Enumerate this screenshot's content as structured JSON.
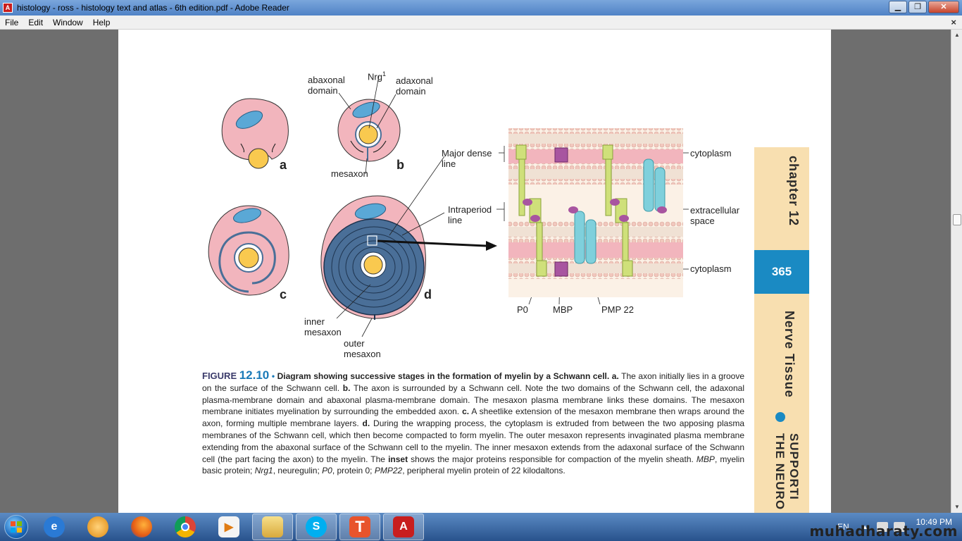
{
  "window": {
    "title": "histology - ross - histology text and atlas - 6th edition.pdf - Adobe Reader",
    "icon": "adobe-reader-icon",
    "minimize": "▁",
    "restore": "❐",
    "close": "✕"
  },
  "menu": {
    "items": [
      "File",
      "Edit",
      "Window",
      "Help"
    ],
    "close": "×"
  },
  "figure": {
    "labels": {
      "abaxonal": "abaxonal",
      "abaxonal2": "domain",
      "nrg": "Nrg",
      "nrg_sup": "1",
      "adaxonal": "adaxonal",
      "adaxonal2": "domain",
      "mesaxon": "mesaxon",
      "major_dense": "Major dense",
      "major_dense2": "line",
      "intraperiod": "Intraperiod",
      "intraperiod2": "line",
      "inner_mesaxon": "inner",
      "inner_mesaxon2": "mesaxon",
      "outer_mesaxon": "outer",
      "outer_mesaxon2": "mesaxon",
      "cytoplasm_top": "cytoplasm",
      "extracellular": "extracellular",
      "extracellular2": "space",
      "cytoplasm_bottom": "cytoplasm",
      "p0": "P0",
      "mbp": "MBP",
      "pmp22": "PMP 22"
    },
    "letters": {
      "a": "a",
      "b": "b",
      "c": "c",
      "d": "d"
    }
  },
  "caption": {
    "fig_label": "FIGURE",
    "fig_num": "12.10",
    "bullet": "•",
    "title": "Diagram showing successive stages in the formation of myelin by a Schwann cell.",
    "a_label": "a.",
    "a_text": "The axon initially lies in a groove on the surface of the Schwann cell.",
    "b_label": "b.",
    "b_text": "The axon is surrounded by a Schwann cell. Note the two domains of the Schwann cell, the adaxonal plasma-membrane domain and abaxonal plasma-membrane domain. The mesaxon plasma membrane links these domains. The mesaxon membrane initiates myelination by surrounding the embedded axon.",
    "c_label": "c.",
    "c_text": "A sheetlike extension of the mesaxon membrane then wraps around the axon, forming multiple membrane layers.",
    "d_label": "d.",
    "d_text": "During the wrapping process, the cytoplasm is extruded from between the two apposing plasma membranes of the Schwann cell, which then become compacted to form myelin. The outer mesaxon represents invaginated plasma membrane extending from the abaxonal surface of the Schwann cell to the myelin. The inner mesaxon extends from the adaxonal surface of the Schwann cell (the part facing the axon) to the myelin. The",
    "inset_word": "inset",
    "inset_text": "shows the major proteins responsible for compaction of the myelin sheath.",
    "mbp_abbr": "MBP",
    "mbp_def": ", myelin basic protein;",
    "nrg_abbr": "Nrg1",
    "nrg_def": ", neuregulin;",
    "p0_abbr": "P0",
    "p0_def": ", protein 0;",
    "pmp_abbr": "PMP22",
    "pmp_def": ", peripheral myelin protein of 22 kilodaltons."
  },
  "sidetab": {
    "chapter": "chapter 12",
    "page": "365",
    "topic": "Nerve Tissue",
    "sub1": "SUPPORTI",
    "sub2": "THE NEURO"
  },
  "taskbar": {
    "apps": [
      {
        "name": "internet-explorer",
        "label": "e"
      },
      {
        "name": "media-center",
        "label": ""
      },
      {
        "name": "firefox",
        "label": ""
      },
      {
        "name": "chrome",
        "label": ""
      },
      {
        "name": "media-player",
        "label": "▶"
      },
      {
        "name": "file-explorer",
        "label": ""
      },
      {
        "name": "skype",
        "label": "S"
      },
      {
        "name": "t-app",
        "label": "T"
      },
      {
        "name": "adobe-reader",
        "label": "A"
      }
    ],
    "lang": "EN",
    "tray_up": "▲",
    "time": "10:49 PM",
    "watermark": "muhadharaty.com"
  },
  "colors": {
    "cell": "#f2b5bd",
    "nucleus": "#5aa8d6",
    "axon": "#f9c94f",
    "myelin": "#4a6f98",
    "tab": "#f8dfb0",
    "page_box": "#1a8ac3"
  }
}
